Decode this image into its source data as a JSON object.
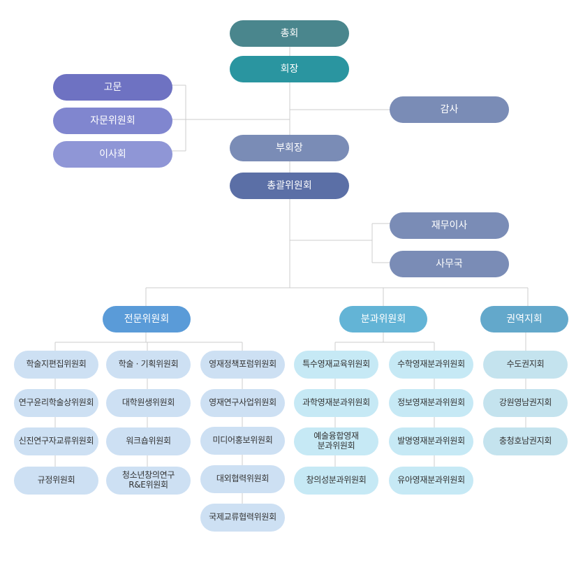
{
  "top": {
    "general_assembly": "총회",
    "president": "회장",
    "advisor": "고문",
    "advisory_committee": "자문위원회",
    "board": "이사회",
    "auditor": "감사",
    "vice_president": "부회장",
    "general_committee": "총괄위원회",
    "finance_director": "재무이사",
    "secretariat": "사무국"
  },
  "expert": {
    "title": "전문위원회",
    "col1": [
      "학술지편집위원회",
      "연구윤리학술상위원회",
      "신진연구자교류위원회",
      "규정위원회"
    ],
    "col2": [
      "학술 · 기획위원회",
      "대학원생위원회",
      "워크숍위원회",
      "청소년창의연구\nR&E위원회"
    ],
    "col3": [
      "영재정책포럼위원회",
      "영재연구사업위원회",
      "미디어홍보위원회",
      "대외협력위원회",
      "국제교류협력위원회"
    ]
  },
  "division": {
    "title": "분과위원회",
    "col1": [
      "특수영재교육위원회",
      "과학영재분과위원회",
      "예술융합영재\n분과위원회",
      "창의성분과위원회"
    ],
    "col2": [
      "수학영재분과위원회",
      "정보영재분과위원회",
      "발명영재분과위원회",
      "유아영재분과위원회"
    ]
  },
  "regional": {
    "title": "권역지회",
    "items": [
      "수도권지회",
      "강원영남권지회",
      "충청호남권지회"
    ]
  },
  "colors": {
    "general_assembly": "#4a868d",
    "president": "#2a95a0",
    "advisor": "#6e72c2",
    "advisory_committee": "#8086cf",
    "board": "#8f96d6",
    "auditor": "#7a8cb6",
    "vice_president": "#7a8cb6",
    "general_committee": "#5b6fa6",
    "staff": "#7a8cb6",
    "expert": "#5a9bd8",
    "division": "#63b4d6",
    "regional": "#63a8cb",
    "expert_item": "#cde0f3",
    "division_item": "#c6e9f5",
    "regional_item": "#c4e3ee",
    "line": "#cccccc"
  }
}
